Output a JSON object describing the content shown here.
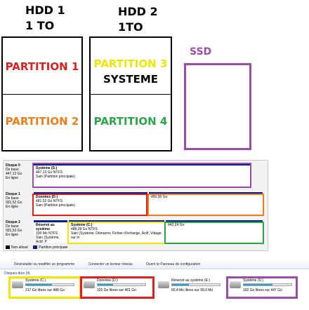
{
  "hdd1": {
    "title_line1": "HDD 1",
    "title_line2": "1 TO"
  },
  "hdd2": {
    "title_line1": "HDD 2",
    "title_line2": "1TO"
  },
  "ssd": {
    "title": "SSD"
  },
  "partitions": {
    "p1": {
      "label": "PARTITION 1",
      "color": "#e0201d"
    },
    "p2": {
      "label": "PARTITION 2",
      "color": "#f07d1a"
    },
    "p3": {
      "label": "PARTITION 3",
      "color": "#f2e600"
    },
    "p3b": {
      "label": "SYSTEME",
      "color": "#000000"
    },
    "p4": {
      "label": "PARTITION 4",
      "color": "#2aa64a"
    }
  },
  "disk_management": {
    "disks": [
      {
        "name": "Disque 0",
        "type": "De base",
        "size": "447,13 Go",
        "status": "En ligne"
      },
      {
        "name": "Disque 1",
        "type": "De base",
        "size": "931,52 Go",
        "status": "En ligne"
      },
      {
        "name": "Disque 2",
        "type": "De base",
        "size": "931,53 Go",
        "status": "En ligne"
      }
    ],
    "volumes": {
      "sys_s": {
        "name": "Système (S:)",
        "detail": "447,13 Go NTFS",
        "state": "Sain (Partition principale)"
      },
      "donnees": {
        "name": "Données (D:)",
        "detail": "481,52 Go NTFS",
        "state": "Sain (Partition principale)"
      },
      "unalloc1": {
        "name": "",
        "detail": "450,00 Go",
        "state": ""
      },
      "reserve": {
        "name": "Réservé au système",
        "detail": "100 Mo NTFS",
        "state": "Sain (Système, Actif, P"
      },
      "sys_c": {
        "name": "Système (C:)",
        "detail": "488,28 Go NTFS",
        "state": "Sain (Système, Démarrer, Fichier d'échange, Actif, Vidage sur in"
      },
      "unalloc2": {
        "name": "",
        "detail": "443,24 Go",
        "state": ""
      }
    },
    "legend": {
      "unallocated": "Non alloué",
      "primary": "Partition principale"
    }
  },
  "explorer": {
    "toolbar": [
      "Désinstaller ou modifier un programme",
      "Connecter un lecteur réseau",
      "Ouvrir le Panneau de configuration"
    ],
    "section": "Disques durs (4)",
    "drives": [
      {
        "name": "Système (C:)",
        "space": "217 Go libres sur 488 Go",
        "fill": 0.55
      },
      {
        "name": "Données (D:)",
        "space": "325 Go libres sur 481 Go",
        "fill": 0.33
      },
      {
        "name": "Réservé au système (E:)",
        "space": "65,4 Mo libres sur 99,9 Mo",
        "fill": 0.35
      },
      {
        "name": "Système (S:)",
        "space": "182 Go libres sur 447 Go",
        "fill": 0.6
      }
    ]
  },
  "colors": {
    "red": "#e0201d",
    "orange": "#f07d1a",
    "yellow": "#f2e600",
    "green": "#2aa64a",
    "purple": "#9b4ba8",
    "primary_blue": "#0a1d8c"
  }
}
